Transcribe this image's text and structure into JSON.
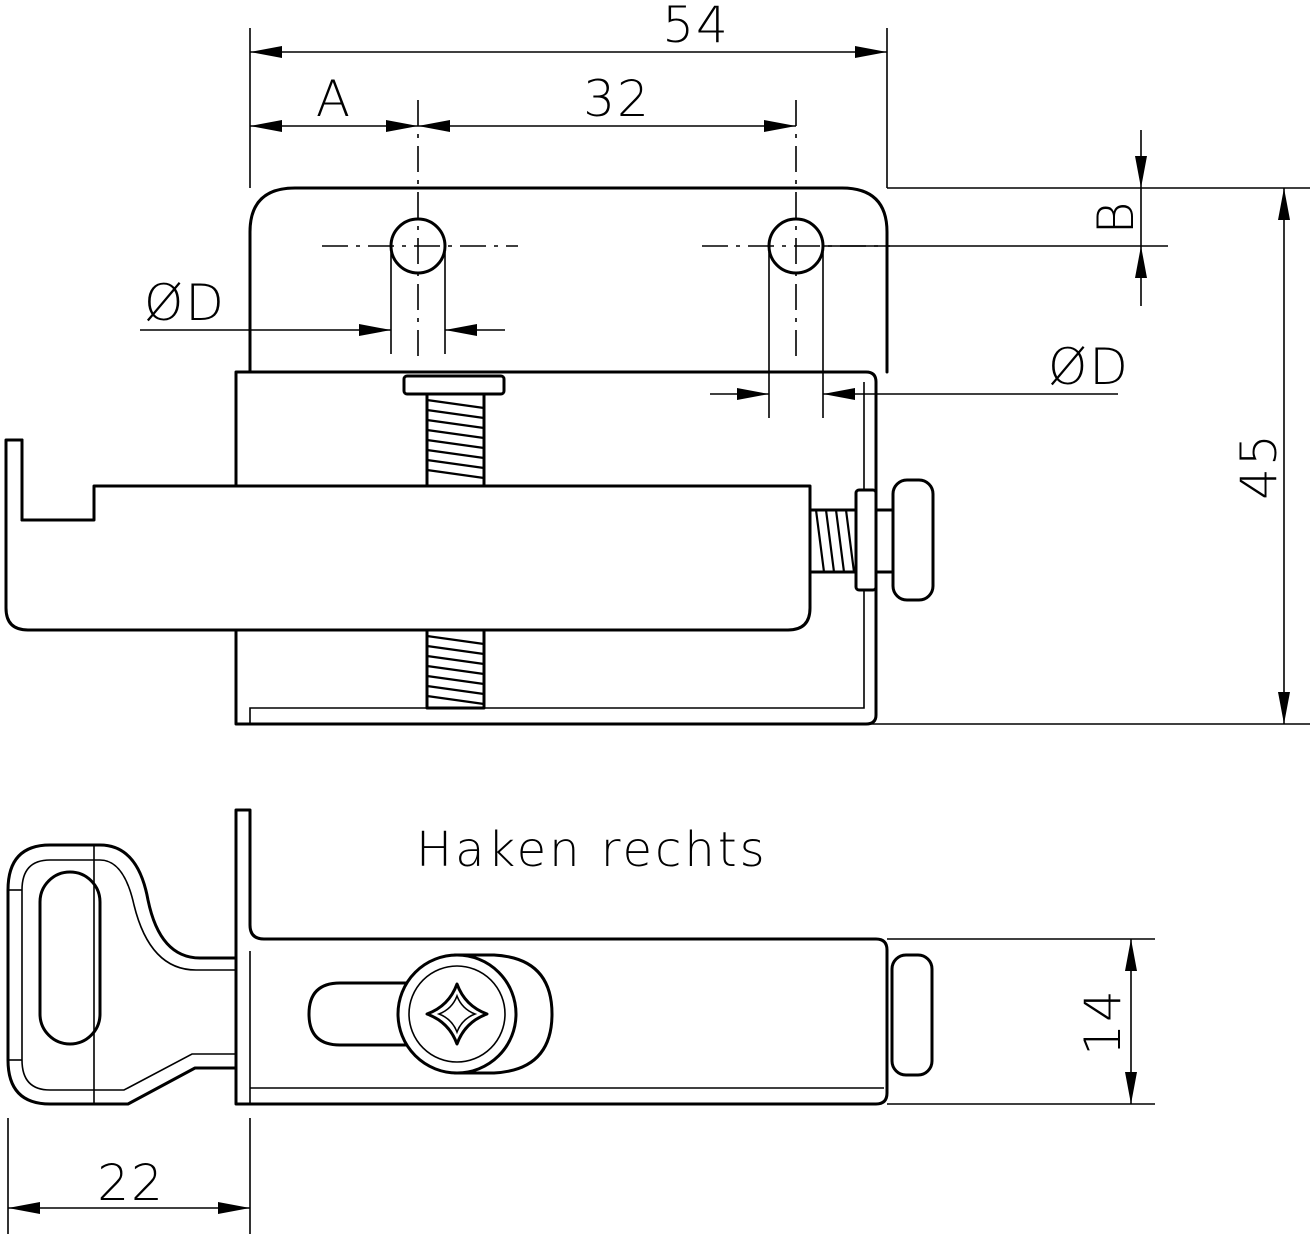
{
  "dimensions": {
    "overall_width": "54",
    "offset_a": "A",
    "hole_spacing": "32",
    "hole_diameter_left": "ØD",
    "hole_diameter_right": "ØD",
    "edge_offset_b": "B",
    "height": "45",
    "depth": "22",
    "thickness": "14"
  },
  "caption": "Haken rechts"
}
